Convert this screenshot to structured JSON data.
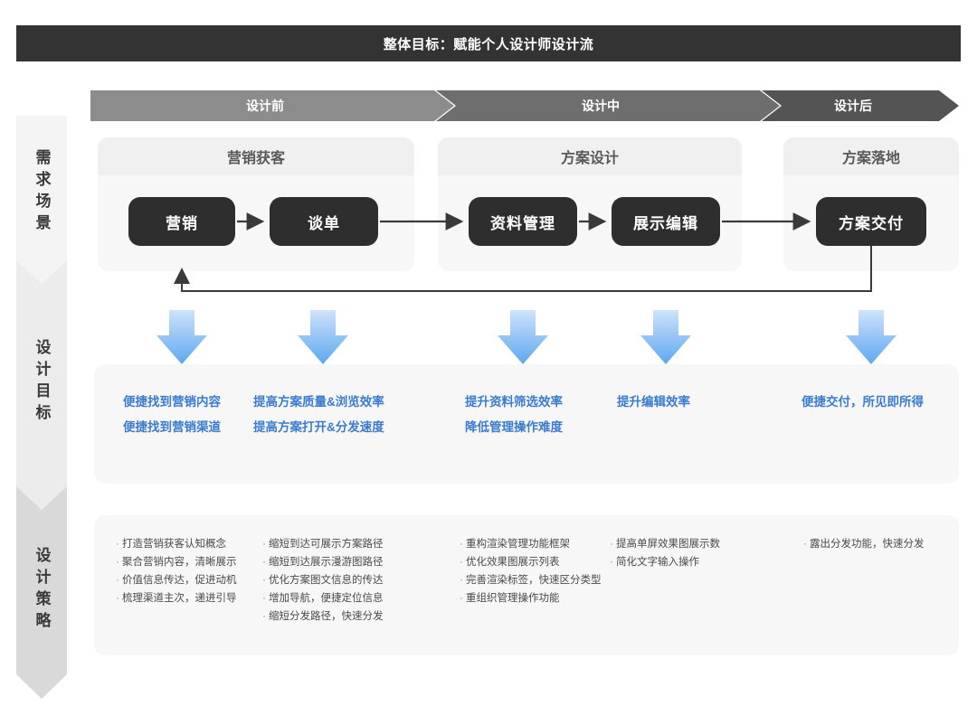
{
  "header": {
    "title": "整体目标：赋能个人设计师设计流"
  },
  "rail": {
    "sections": [
      {
        "label": "需求场景"
      },
      {
        "label": "设计目标"
      },
      {
        "label": "设计策略"
      }
    ]
  },
  "phases": [
    {
      "label": "设计前",
      "color": "#8c8c8c"
    },
    {
      "label": "设计中",
      "color": "#6e6e6e"
    },
    {
      "label": "设计后",
      "color": "#545454"
    }
  ],
  "scene_groups": [
    {
      "title": "营销获客",
      "nodes": [
        {
          "label": "营销"
        },
        {
          "label": "谈单"
        }
      ]
    },
    {
      "title": "方案设计",
      "nodes": [
        {
          "label": "资料管理"
        },
        {
          "label": "展示编辑"
        }
      ]
    },
    {
      "title": "方案落地",
      "nodes": [
        {
          "label": "方案交付"
        }
      ]
    }
  ],
  "goals": [
    {
      "items": [
        "便捷找到营销内容",
        "便捷找到营销渠道"
      ]
    },
    {
      "items": [
        "提高方案质量&浏览效率",
        "提高方案打开&分发速度"
      ]
    },
    {
      "items": [
        "提升资料筛选效率",
        "降低管理操作难度"
      ]
    },
    {
      "items": [
        "提升编辑效率"
      ]
    },
    {
      "items": [
        "便捷交付，所见即所得"
      ]
    }
  ],
  "strategies": [
    {
      "items": [
        "打造营销获客认知概念",
        "聚合营销内容，清晰展示",
        "价值信息传达，促进动机",
        "梳理渠道主次，递进引导"
      ]
    },
    {
      "items": [
        "缩短到达可展示方案路径",
        "缩短到达展示漫游图路径",
        "优化方案图文信息的传达",
        "增加导航，便捷定位信息",
        "缩短分发路径，快速分发"
      ]
    },
    {
      "items": [
        "重构渲染管理功能框架",
        "优化效果图展示列表",
        "完善渲染标签，快速区分类型",
        "重组织管理操作功能"
      ]
    },
    {
      "items": [
        "提高单屏效果图展示数",
        "简化文字输入操作"
      ]
    },
    {
      "items": [
        "露出分发功能，快速分发"
      ]
    }
  ],
  "colors": {
    "title_bar": "#333333",
    "node": "#2e2e2e",
    "panel": "#f7f7f7",
    "goal_text": "#3a7bd0",
    "arrow_blue_top": "#cfe3fb",
    "arrow_blue_bottom": "#5da8f0",
    "wire": "#3a3a3a"
  },
  "icons": {
    "down_arrow": "down-arrow-icon",
    "flow_arrow": "right-arrow-icon",
    "feedback_loop": "feedback-loop-icon"
  }
}
